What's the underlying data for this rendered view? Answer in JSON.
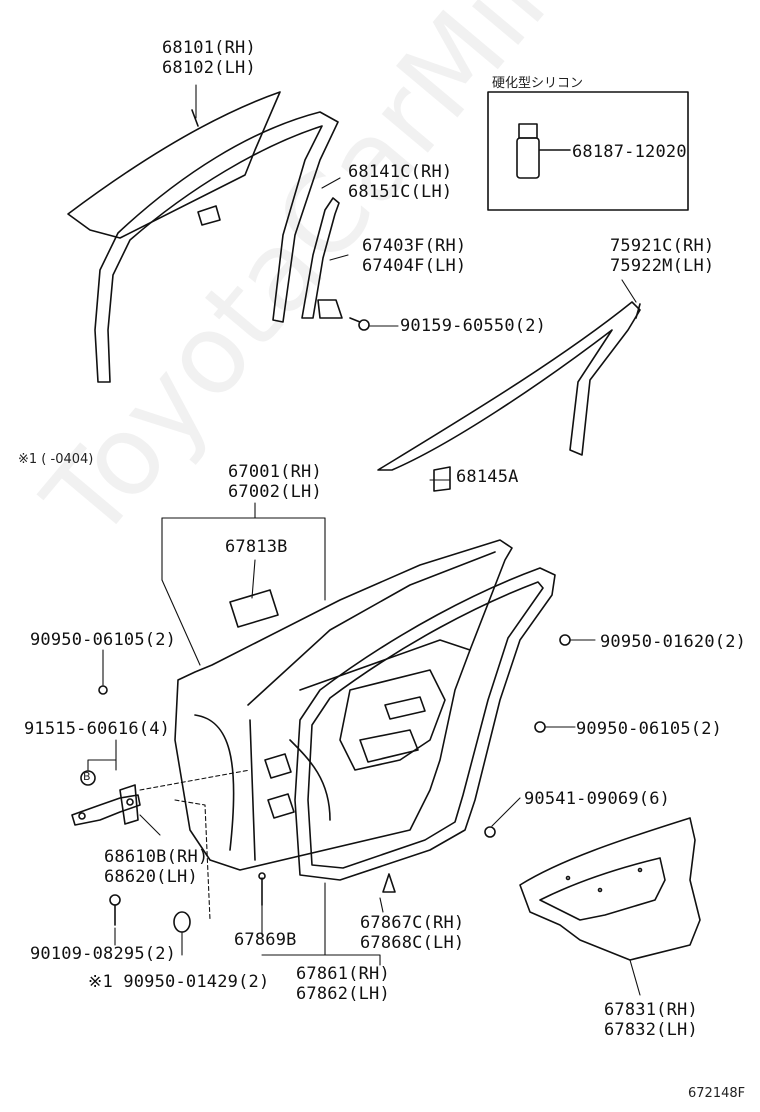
{
  "watermark_text": "ToyotaCarMine.ru",
  "labels": {
    "glass_rh": "68101(RH)",
    "glass_lh": "68102(LH)",
    "silicone_title": "硬化型シリコン",
    "silicone_part": "68187-12020",
    "run_rh": "68141C(RH)",
    "run_lh": "68151C(LH)",
    "division_rh": "67403F(RH)",
    "division_lh": "67404F(LH)",
    "screw_67403": "90159-60550(2)",
    "molding_rh": "75921C(RH)",
    "molding_lh": "75922M(LH)",
    "note_range": "※1 (   -0404)",
    "door_rh": "67001(RH)",
    "door_lh": "67002(LH)",
    "pad_68145": "68145A",
    "pad_67813": "67813B",
    "plug_left": "90950-06105(2)",
    "plug_right_top": "90950-01620(2)",
    "bolt_hinge": "91515-60616(4)",
    "plug_right_mid": "90950-06105(2)",
    "callout_b": "B",
    "screw_90541": "90541-09069(6)",
    "check_rh": "68610B(RH)",
    "check_lh": "68620(LH)",
    "bolt_90109": "90109-08295(2)",
    "clip_67867": "67867C(RH)",
    "clip_67868": "67868C(LH)",
    "weather_67869": "67869B",
    "weather_rh": "67861(RH)",
    "weather_lh": "67862(LH)",
    "note_plug": "※1  90950-01429(2)",
    "cover_rh": "67831(RH)",
    "cover_lh": "67832(LH)",
    "drawing_no": "672148F"
  }
}
